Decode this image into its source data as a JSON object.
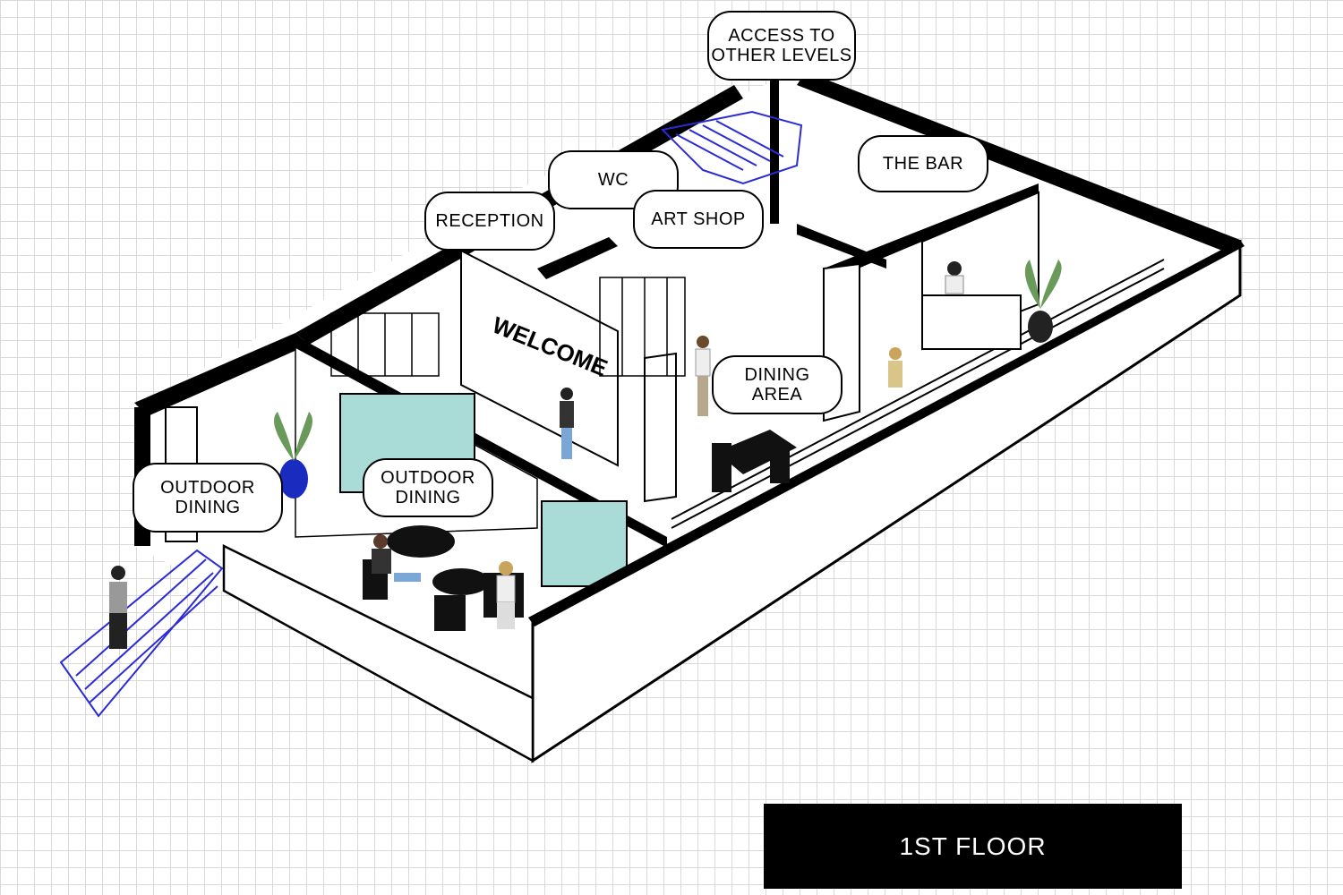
{
  "labels": {
    "access": "ACCESS TO\nOTHER LEVELS",
    "wc": "WC",
    "reception": "RECEPTION",
    "art_shop": "ART SHOP",
    "the_bar": "THE BAR",
    "dining_area": "DINING\nAREA",
    "outdoor_dining_left": "OUTDOOR\nDINING",
    "outdoor_dining_center": "OUTDOOR\nDINING",
    "welcome_sign": "WELCOME"
  },
  "floor_label": "1ST FLOOR",
  "colors": {
    "wall": "#000000",
    "floor": "#ffffff",
    "stair": "#2b2bd6",
    "glass": "#a9dcd6",
    "plant": "#6a9a5a",
    "pot": "#1a2bbf"
  }
}
